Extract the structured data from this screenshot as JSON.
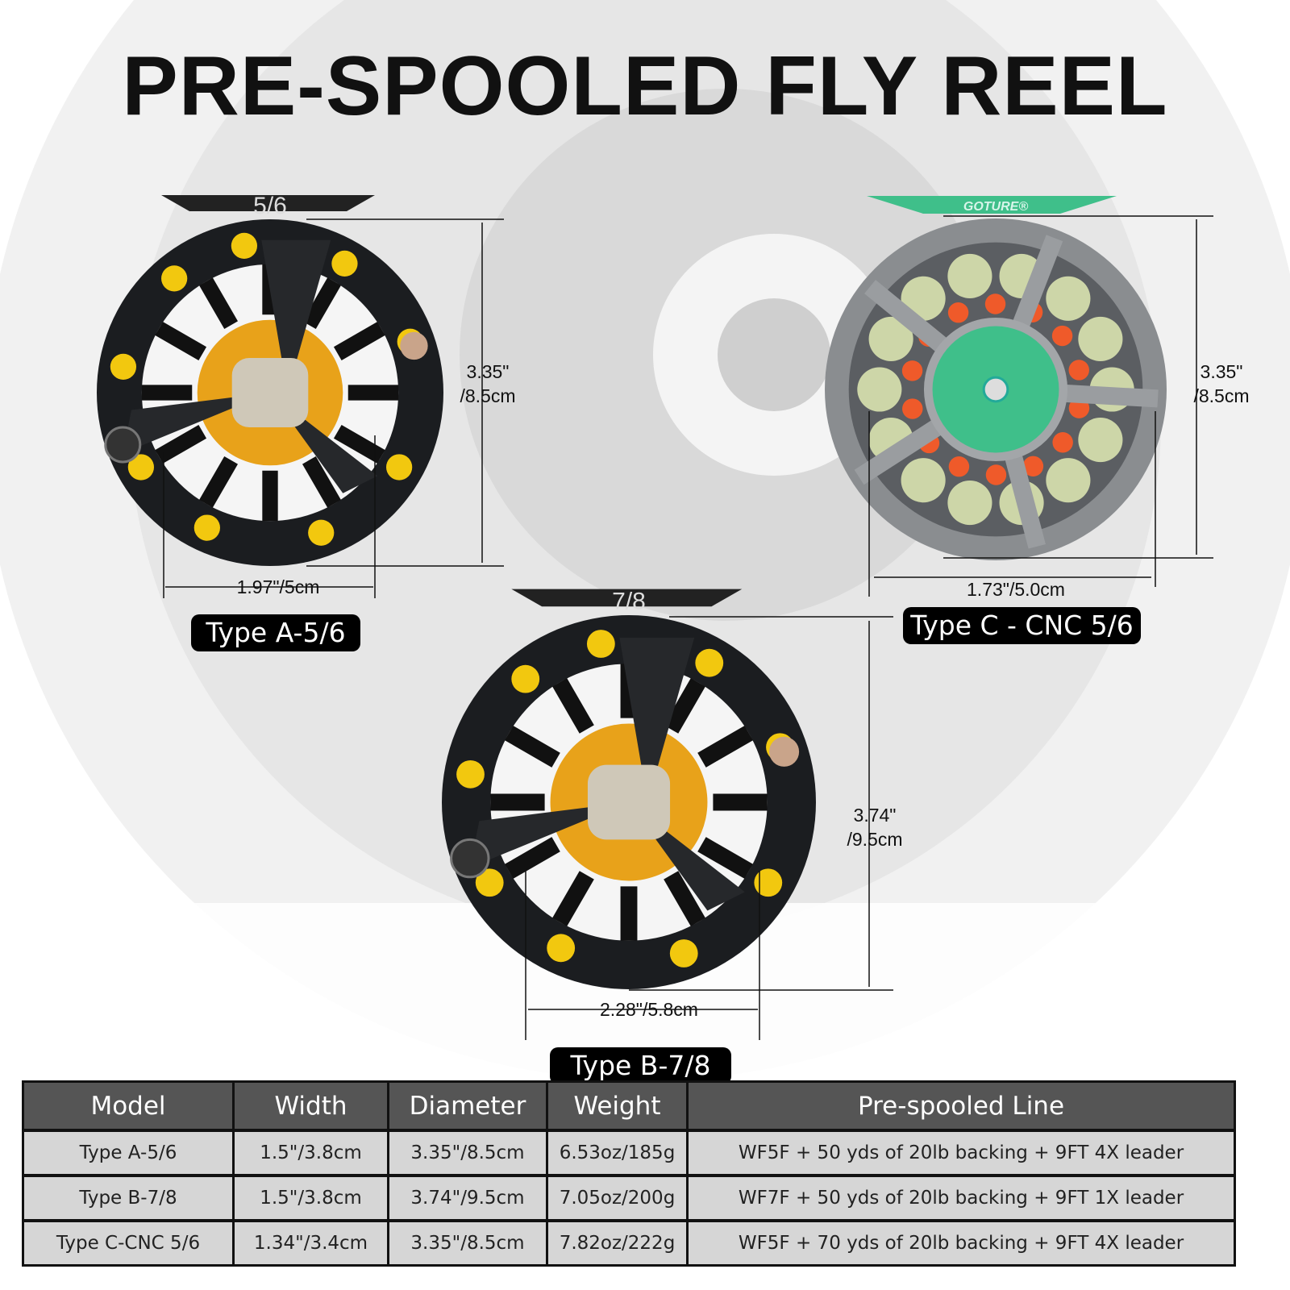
{
  "title": "PRE-SPOOLED FLY REEL",
  "reels": [
    {
      "id": "a",
      "foot_mark": "5/6",
      "height_dim": [
        "3.35\"",
        "/8.5cm"
      ],
      "width_dim": "1.97\"/5cm",
      "label": "Type A-5/6"
    },
    {
      "id": "c",
      "foot_mark": "GOTURE®",
      "height_dim": [
        "3.35\"",
        "/8.5cm"
      ],
      "width_dim": "1.73\"/5.0cm",
      "label": "Type C - CNC 5/6"
    },
    {
      "id": "b",
      "foot_mark": "7/8",
      "height_dim": [
        "3.74\"",
        "/9.5cm"
      ],
      "width_dim": "2.28\"/5.8cm",
      "label": "Type B-7/8"
    }
  ],
  "table": {
    "headers": [
      "Model",
      "Width",
      "Diameter",
      "Weight",
      "Pre-spooled Line"
    ],
    "rows": [
      [
        "Type A-5/6",
        "1.5\"/3.8cm",
        "3.35\"/8.5cm",
        "6.53oz/185g",
        "WF5F + 50 yds of 20lb backing + 9FT 4X leader"
      ],
      [
        "Type B-7/8",
        "1.5\"/3.8cm",
        "3.74\"/9.5cm",
        "7.05oz/200g",
        "WF7F + 50 yds of 20lb backing + 9FT 1X leader"
      ],
      [
        "Type C-CNC 5/6",
        "1.34\"/3.4cm",
        "3.35\"/8.5cm",
        "7.82oz/222g",
        "WF5F + 70 yds of 20lb backing + 9FT 4X leader"
      ]
    ]
  },
  "colors": {
    "accent_green": "#3fbf8a",
    "spool_gold": "#e8a21a",
    "port_yellow": "#f2c80f",
    "frame_black": "#1b1d20",
    "frame_gray": "#8a8d90"
  }
}
